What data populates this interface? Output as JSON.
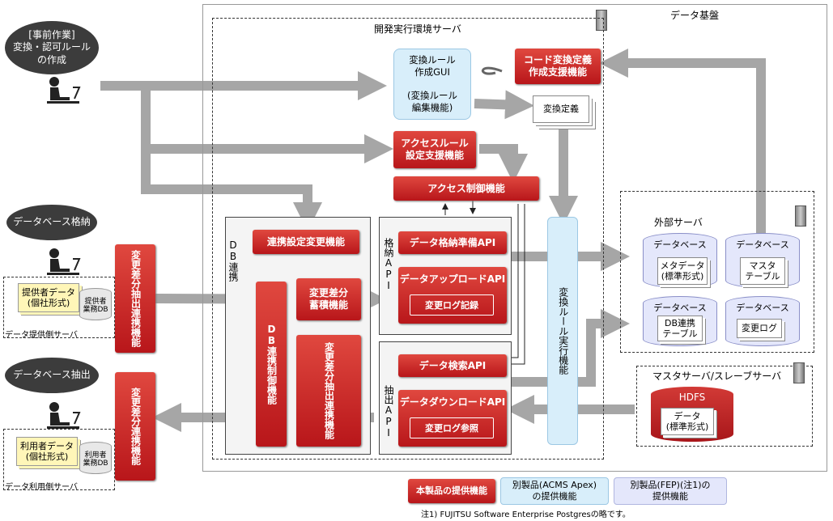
{
  "labels": {
    "data_platform": "データ基盤",
    "dev_server": "開発実行環境サーバ",
    "db_link": "DB連携",
    "store_api": "格納API",
    "extract_api": "抽出API",
    "external_server": "外部サーバ",
    "master_slave": "マスタサーバ/スレーブサーバ",
    "provider_server": "データ提供側サーバ",
    "user_server": "データ利用側サーバ",
    "footnote": "注1) FUJITSU Software Enterprise Postgresの略です。"
  },
  "bubbles": {
    "pre_work": "[事前作業]\n変換・認可ルール\nの作成",
    "db_store": "データベース格納",
    "db_extract": "データベース抽出"
  },
  "boxes": {
    "code_conv": "コード変換定義\n作成支援機能",
    "conv_gui": "変換ルール\n作成GUI\n\n(変換ルール\n編集機能)",
    "conv_def": "変換定義",
    "access_rule": "アクセスルール\n設定支援機能",
    "access_ctrl": "アクセス制御機能",
    "link_setting": "連携設定変更機能",
    "diff_store": "変更差分\n蓄積機能",
    "db_ctrl": "DB連携制御機能",
    "diff_extract_link": "変更差分抽出連携機能",
    "store_prep_api": "データ格納準備API",
    "upload_api": "データアップロードAPI",
    "log_record": "変更ログ記録",
    "search_api": "データ検索API",
    "download_api": "データダウンロードAPI",
    "log_ref": "変更ログ参照",
    "conv_exec": "変換ルール実行機能",
    "left_extract": "変更差分抽出連携機能",
    "left_link": "変更差分連携機能",
    "provider_data": "提供者データ\n(個社形式)",
    "provider_db": "提供者\n業務DB",
    "user_data": "利用者データ\n(個社形式)",
    "user_db": "利用者\n業務DB"
  },
  "external": {
    "db1_title": "データベース",
    "db1_doc": "メタデータ\n(標準形式)",
    "db2_title": "データベース",
    "db2_doc": "マスタ\nテーブル",
    "db3_title": "データベース",
    "db3_doc": "DB連携\nテーブル",
    "db4_title": "データベース",
    "db4_doc": "変更ログ"
  },
  "hdfs": {
    "title": "HDFS",
    "doc": "データ\n(標準形式)"
  },
  "legend": {
    "product": "本製品の提供機能",
    "acms": "別製品(ACMS Apex)\nの提供機能",
    "fep": "別製品(FEP)(注1)の\n提供機能"
  },
  "colors": {
    "red": "#c41e24",
    "blue": "#d8eefa",
    "purple": "#e4e7fb",
    "arrow": "#a6a6a6"
  }
}
